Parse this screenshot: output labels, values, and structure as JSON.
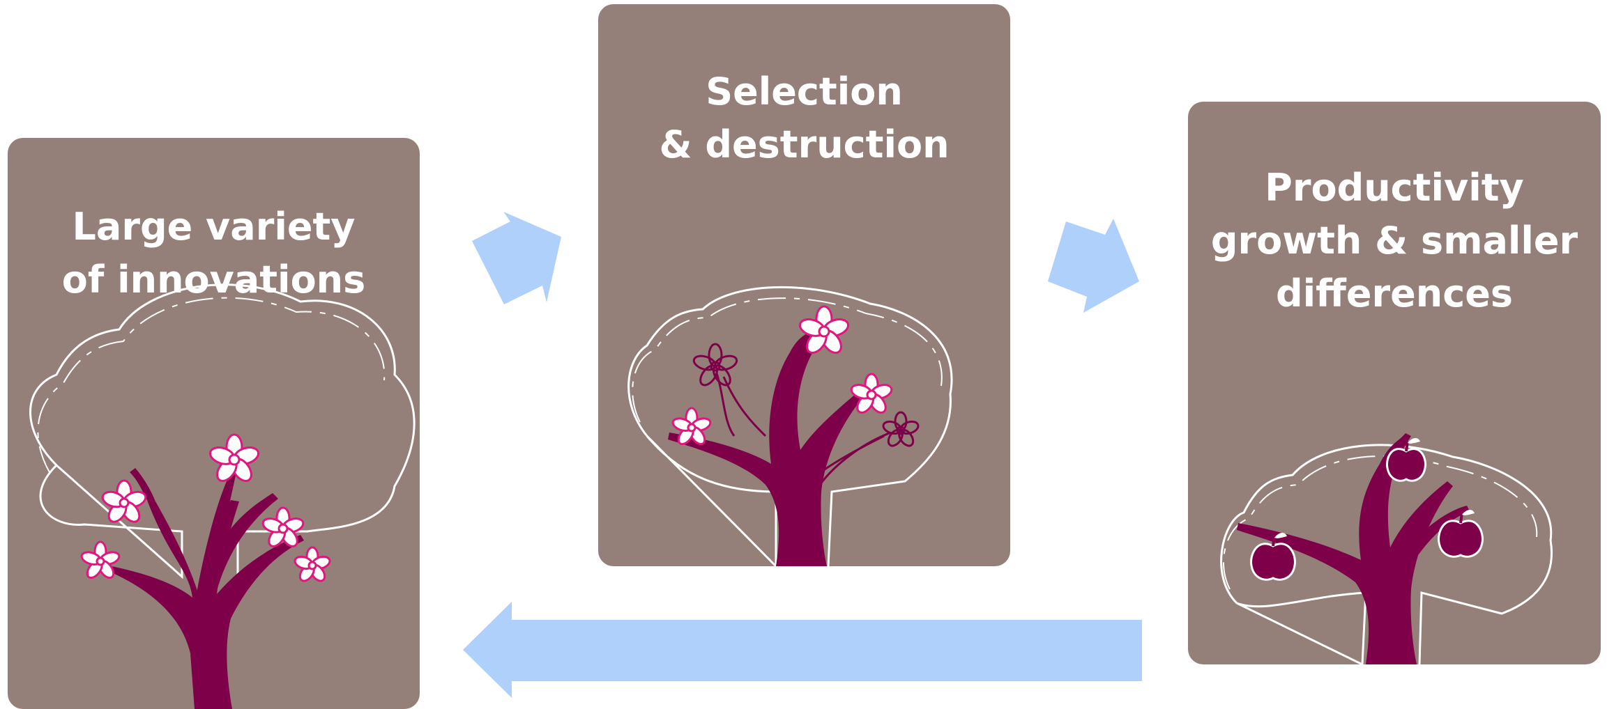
{
  "cards": [
    {
      "id": "left",
      "title_lines": [
        "Large variety",
        "of innovations"
      ]
    },
    {
      "id": "middle",
      "title_lines": [
        "Selection",
        "& destruction"
      ]
    },
    {
      "id": "right",
      "title_lines": [
        "Productivity",
        "growth & smaller",
        "differences"
      ]
    }
  ],
  "colors": {
    "card_bg": "#948079",
    "trunk": "#7e0049",
    "blossom_fill": "#ffffff",
    "blossom_stroke": "#e0157f",
    "arrow": "#aed0fb",
    "title_text": "#ffffff"
  },
  "icons": [
    "blossom-icon",
    "apple-icon",
    "arrow-icon"
  ]
}
